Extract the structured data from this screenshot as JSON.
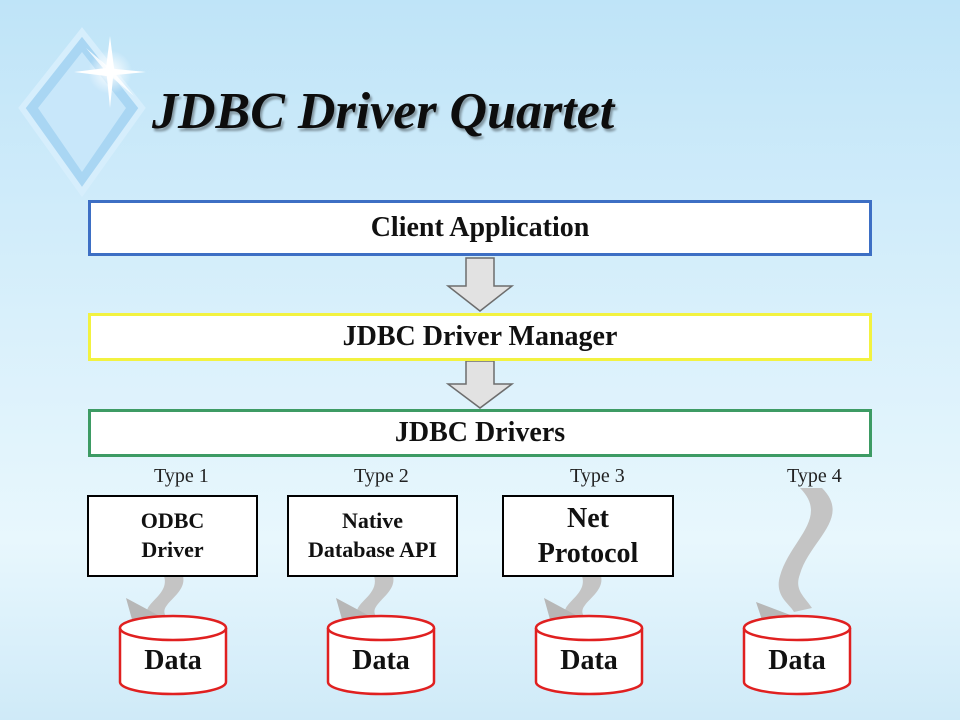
{
  "title": "JDBC Driver Quartet",
  "layers": {
    "client": "Client Application",
    "manager": "JDBC Driver Manager",
    "drivers": "JDBC Drivers"
  },
  "types": [
    {
      "label": "Type 1",
      "box_lines": [
        "ODBC",
        "Driver"
      ]
    },
    {
      "label": "Type 2",
      "box_lines": [
        "Native",
        "Database API"
      ]
    },
    {
      "label": "Type 3",
      "box_lines": [
        "Net",
        "Protocol"
      ]
    },
    {
      "label": "Type 4",
      "box_lines": []
    }
  ],
  "data_label": "Data",
  "colors": {
    "client_border": "#3d6fc4",
    "manager_border": "#f2f240",
    "drivers_border": "#3d9b64",
    "cylinder": "#e02020",
    "flow_arrow": "#b7b7b7"
  }
}
